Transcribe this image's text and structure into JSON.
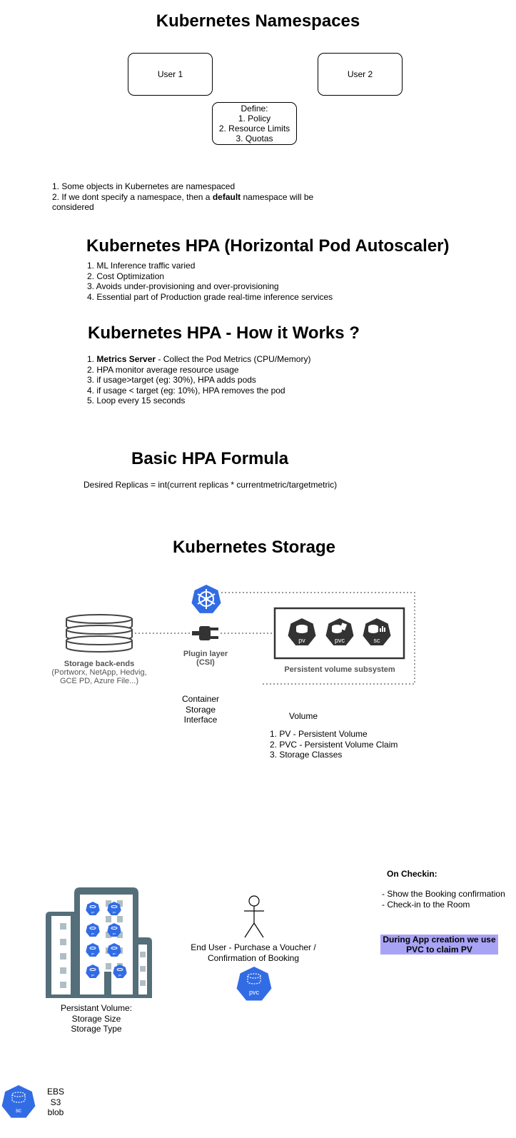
{
  "namespaces": {
    "title": "Kubernetes Namespaces",
    "user1": "User 1",
    "user2": "User 2",
    "define_lines": [
      "Define:",
      "1. Policy",
      "2. Resource Limits",
      "3. Quotas"
    ],
    "note1": "1. Some objects in Kubernetes are namespaced",
    "note2_pre": "2. If we dont specify a namespace, then a ",
    "note2_bold": "default",
    "note2_post": " namespace will be",
    "note2_cont": "considered"
  },
  "hpa": {
    "title": "Kubernetes HPA (Horizontal Pod Autoscaler)",
    "items": [
      "1. ML Inference traffic varied",
      "2. Cost Optimization",
      "3. Avoids under-provisioning and over-provisioning",
      "4. Essential part of Production grade real-time inference services"
    ]
  },
  "hpa_works": {
    "title": "Kubernetes HPA - How it Works ?",
    "item1_pre": "1. ",
    "item1_bold": "Metrics Server",
    "item1_post": "  - Collect the Pod Metrics (CPU/Memory)",
    "items": [
      "2. HPA monitor average resource usage",
      "3. if usage>target (eg: 30%), HPA adds pods",
      "4. if usage < target (eg: 10%), HPA removes the pod",
      "5. Loop every 15 seconds"
    ]
  },
  "formula": {
    "title": "Basic HPA Formula",
    "text": "Desired Replicas = int(current replicas * currentmetric/targetmetric)"
  },
  "storage": {
    "title": "Kubernetes Storage",
    "backends_label": "Storage back-ends",
    "backends_sub1": "(Portworx, NetApp, Hedvig,",
    "backends_sub2": "GCE PD, Azure File...)",
    "plugin_label": "Plugin layer",
    "plugin_sub": "(CSI)",
    "subsystem_label": "Persistent volume subsystem",
    "hex_labels": [
      "pv",
      "pvc",
      "sc"
    ],
    "csi_lines": [
      "Container",
      "Storage",
      "Interface"
    ],
    "volume_label": "Volume",
    "volume_items": [
      "1. PV - Persistent Volume",
      "2. PVC - Persistent Volume Claim",
      "3. Storage Classes"
    ]
  },
  "booking": {
    "checkin_title": "On Checkin:",
    "checkin_items": [
      "- Show the Booking confirmation",
      "- Check-in to the Room"
    ],
    "highlight_lines": [
      "During App creation we use",
      "PVC to claim PV"
    ],
    "enduser_lines": [
      "End User - Purchase a Voucher /",
      "Confirmation of Booking"
    ],
    "pvc_icon_label": "pvc",
    "building_pv_label": "pv",
    "pv_lines": [
      "Persistant Volume:",
      "Storage Size",
      "Storage Type"
    ],
    "sc_icon_label": "sc",
    "sc_lines": [
      "EBS",
      "S3",
      "blob"
    ]
  },
  "colors": {
    "k8s_blue": "#326ce5",
    "dark_slate": "#546e7a",
    "hex_dark": "#333333",
    "highlight_bg": "#a9a3f5"
  }
}
